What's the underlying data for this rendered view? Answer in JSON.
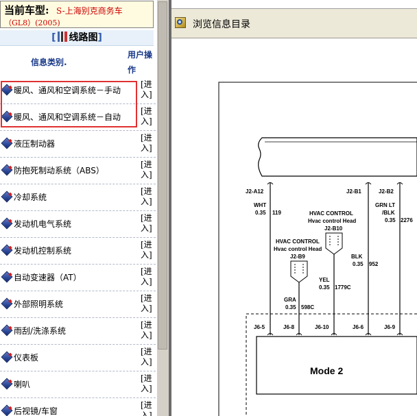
{
  "vehicle": {
    "prefix": "当前车型:",
    "name": "S-上海别克商务车",
    "subtitle": "（GL8）(2005)"
  },
  "circuit_heading": {
    "bracket_open": "[",
    "title": "线路图",
    "bracket_close": "]",
    "icon": "circuit-diagram-icon"
  },
  "columns": {
    "category": "信息类别.",
    "user_op_line1": "用户操",
    "user_op_line2": "作"
  },
  "categories": [
    {
      "label": "暖风、通风和空调系统－手动",
      "enter1": "[进",
      "enter2": "入]"
    },
    {
      "label": "暖风、通风和空调系统－自动",
      "enter1": "[进",
      "enter2": "入]"
    },
    {
      "label": "液压制动器",
      "enter1": "[进",
      "enter2": "入]"
    },
    {
      "label": "防抱死制动系统（ABS）",
      "enter1": "[进",
      "enter2": "入]"
    },
    {
      "label": "冷却系统",
      "enter1": "[进",
      "enter2": "入]"
    },
    {
      "label": "发动机电气系统",
      "enter1": "[进",
      "enter2": "入]"
    },
    {
      "label": "发动机控制系统",
      "enter1": "[进",
      "enter2": "入]"
    },
    {
      "label": "自动变速器（AT）",
      "enter1": "[进",
      "enter2": "入]"
    },
    {
      "label": "外部照明系统",
      "enter1": "[进",
      "enter2": "入]"
    },
    {
      "label": "雨刮/洗涤系统",
      "enter1": "[进",
      "enter2": "入]"
    },
    {
      "label": "仪表板",
      "enter1": "[进",
      "enter2": "入]"
    },
    {
      "label": "喇叭",
      "enter1": "[进",
      "enter2": "入]"
    },
    {
      "label": "后视镜/车窗",
      "enter1": "[进",
      "enter2": "入]"
    }
  ],
  "browse": {
    "label": "浏览信息目录",
    "icon": "browse-catalog-icon"
  },
  "diagram": {
    "top_connectors": [
      "J2-A12",
      "J2-B1",
      "J2-B2"
    ],
    "wire1_color": "WHT",
    "wire1_spec": "0.35",
    "wire1_circuit": "119",
    "hvac_b10_line1": "HVAC CONTROL",
    "hvac_b10_line2": "Hvac control Head",
    "hvac_b10_pin": "J2-B10",
    "hvac_b9_line1": "HVAC CONTROL",
    "hvac_b9_line2": "Hvac control Head",
    "hvac_b9_pin": "J2-B9",
    "wire_blk_color": "BLK",
    "wire_blk_spec": "0.35",
    "wire_blk_circuit": "952",
    "wire_grn_color": "GRN LT",
    "wire_grn_color2": "/BLK",
    "wire_grn_spec": "0.35",
    "wire_grn_circuit": "2276",
    "wire_yel_color": "YEL",
    "wire_yel_spec": "0.35",
    "wire_yel_circuit": "1779C",
    "wire_gra_color": "GRA",
    "wire_gra_spec": "0.35",
    "wire_gra_circuit": "598C",
    "bottom_pins": [
      "J6-5",
      "J6-8",
      "J6-10",
      "J6-6",
      "J6-9"
    ],
    "module_label": "Mode 2"
  }
}
